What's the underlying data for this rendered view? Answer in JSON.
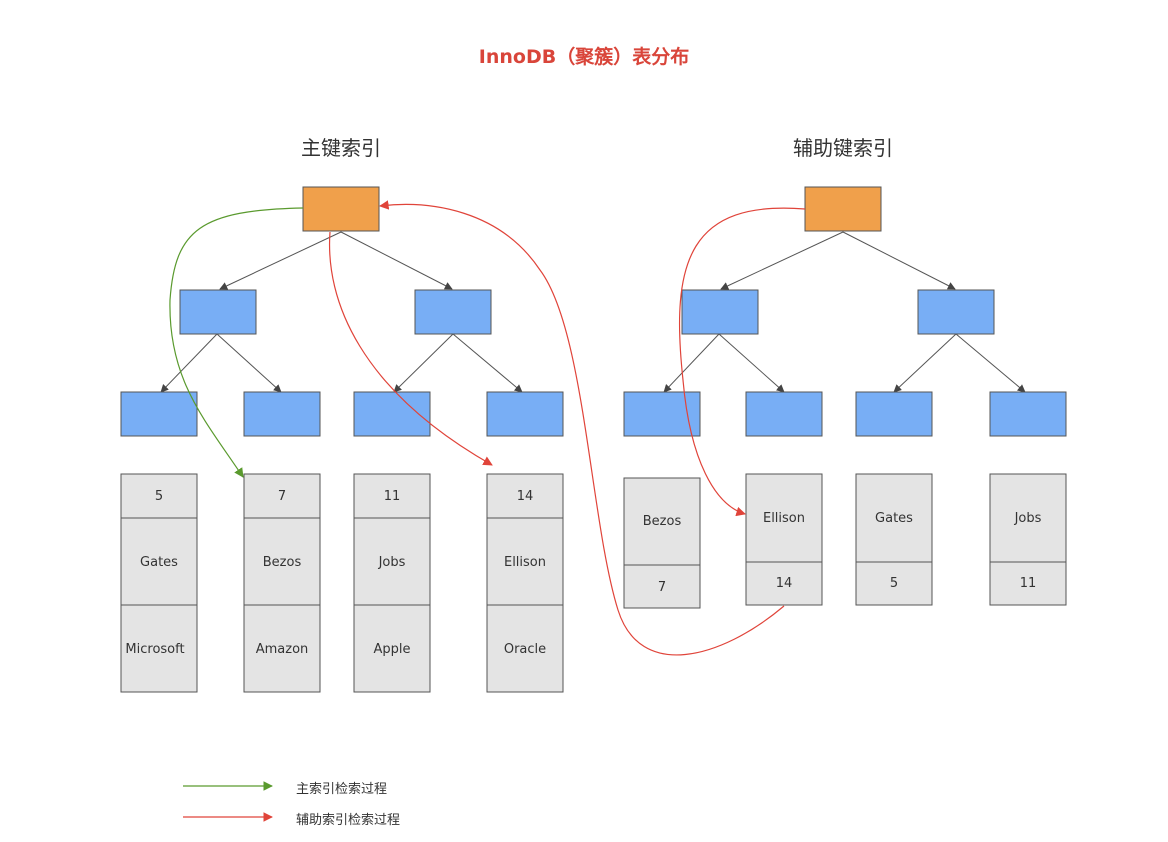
{
  "title": "InnoDB（聚簇）表分布",
  "primary": {
    "heading": "主键索引",
    "leaves": [
      [
        "5",
        "Gates",
        "Microsoft"
      ],
      [
        "7",
        "Bezos",
        "Amazon"
      ],
      [
        "11",
        "Jobs",
        "Apple"
      ],
      [
        "14",
        "Ellison",
        "Oracle"
      ]
    ]
  },
  "secondary": {
    "heading": "辅助键索引",
    "leaves": [
      [
        "Bezos",
        "7"
      ],
      [
        "Ellison",
        "14"
      ],
      [
        "Gates",
        "5"
      ],
      [
        "Jobs",
        "11"
      ]
    ]
  },
  "legend": [
    {
      "label": "主索引检索过程",
      "color": "#5a9a2e"
    },
    {
      "label": "辅助索引检索过程",
      "color": "#e0443a"
    }
  ],
  "colors": {
    "root": "#f0a04b",
    "node": "#78aef5",
    "leaf": "#e4e4e4",
    "green": "#5a9a2e",
    "red": "#e0443a"
  }
}
